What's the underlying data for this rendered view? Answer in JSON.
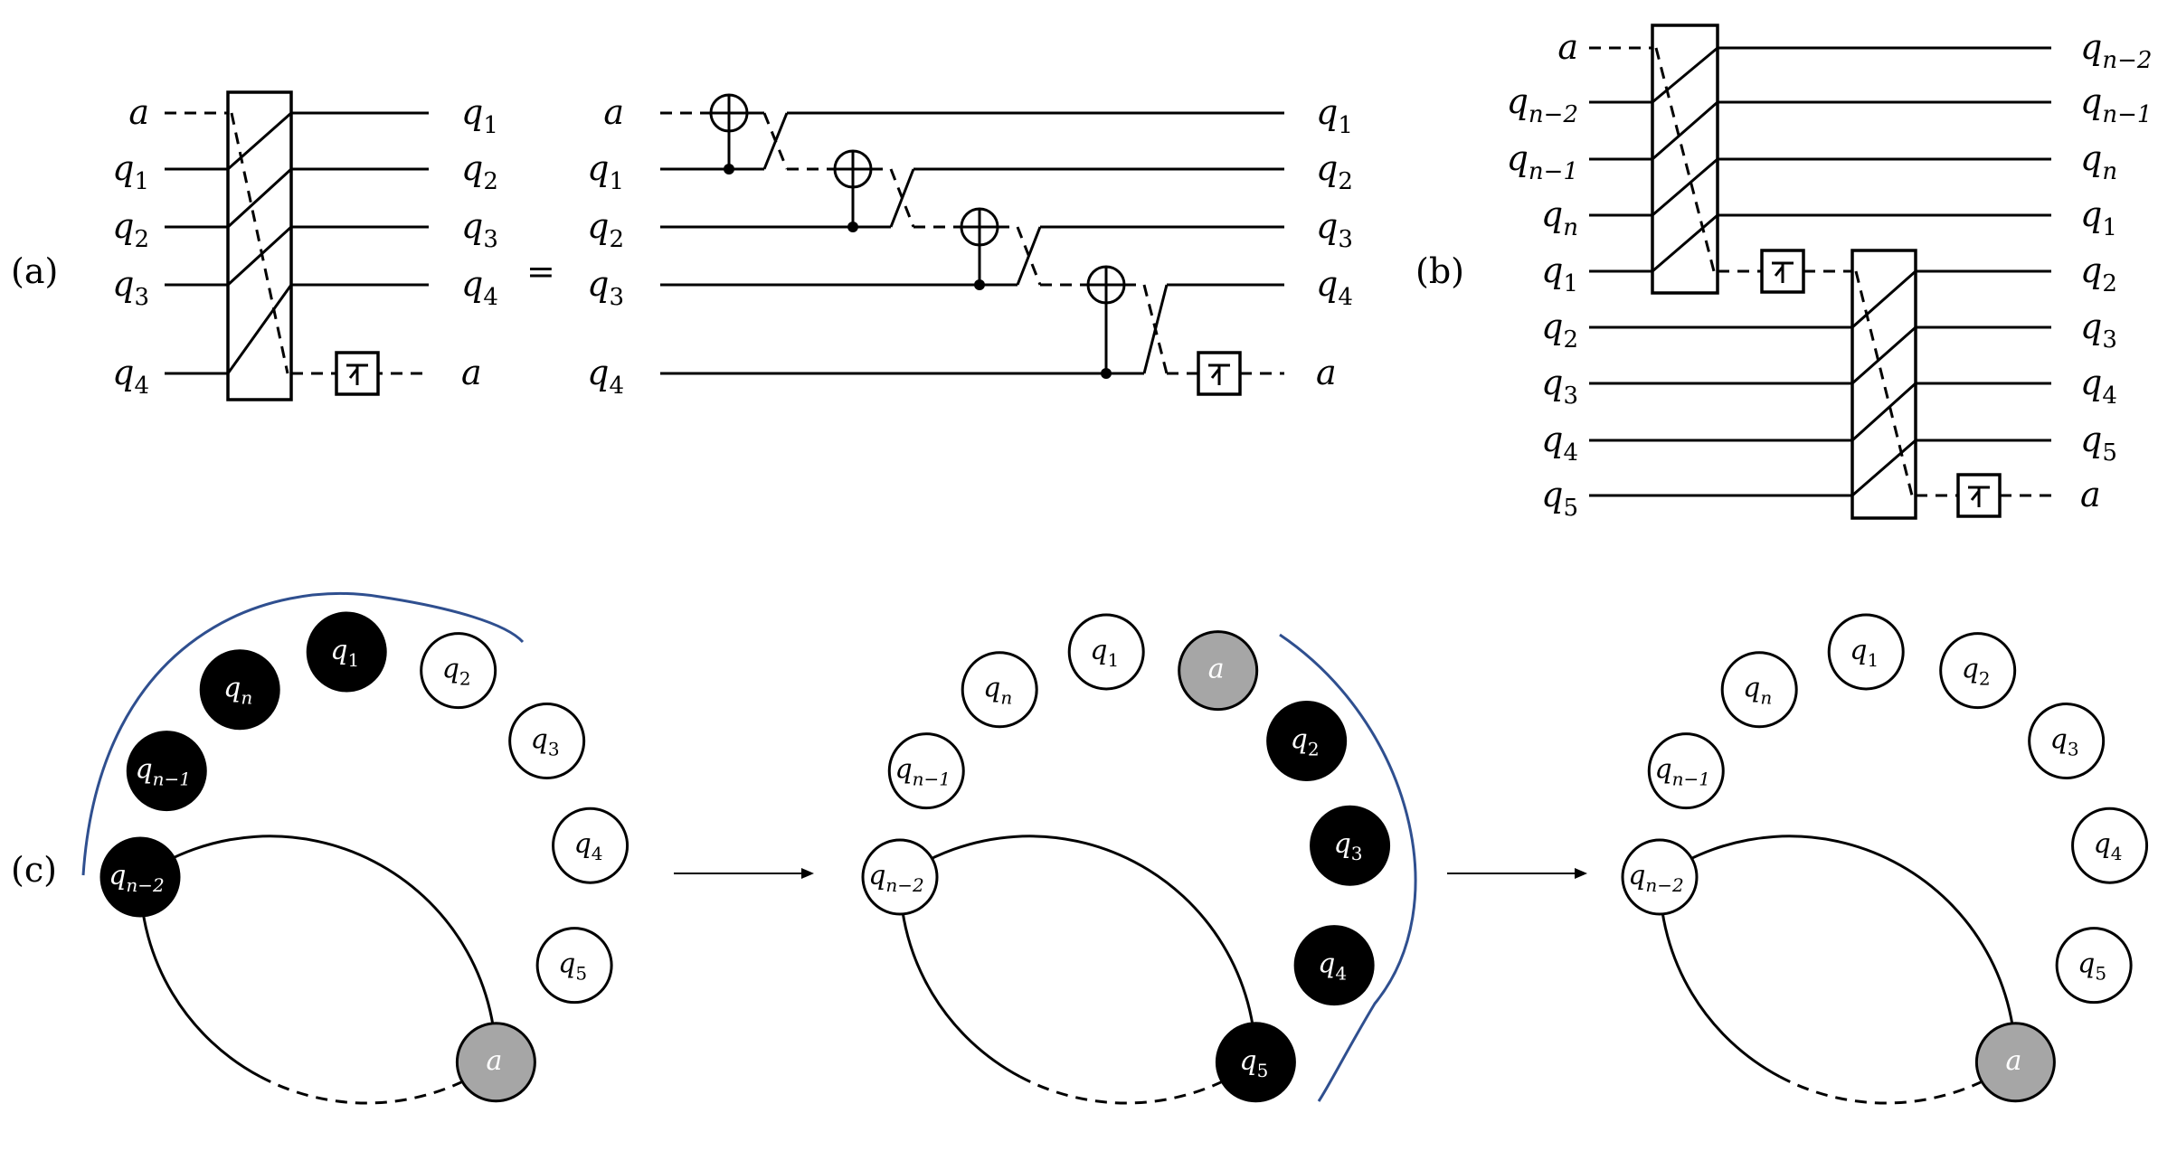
{
  "panels": {
    "a": "(a)",
    "b": "(b)",
    "c": "(c)"
  },
  "equals": "=",
  "panel_a_left": {
    "inputs": [
      "a",
      "q_1",
      "q_2",
      "q_3",
      "q_4"
    ],
    "outputs": [
      "q_1",
      "q_2",
      "q_3",
      "q_4",
      "a"
    ]
  },
  "panel_a_right": {
    "inputs": [
      "a",
      "q_1",
      "q_2",
      "q_3",
      "q_4"
    ],
    "outputs": [
      "q_1",
      "q_2",
      "q_3",
      "q_4",
      "a"
    ]
  },
  "panel_b": {
    "inputs": [
      "a",
      "q_{n-2}",
      "q_{n-1}",
      "q_n",
      "q_1",
      "q_2",
      "q_3",
      "q_4",
      "q_5"
    ],
    "outputs": [
      "q_{n-2}",
      "q_{n-1}",
      "q_n",
      "q_1",
      "q_2",
      "q_3",
      "q_4",
      "q_5",
      "a"
    ]
  },
  "panel_c": {
    "ring1": [
      {
        "label": "q_{n-2}",
        "state": "black"
      },
      {
        "label": "q_{n-1}",
        "state": "black"
      },
      {
        "label": "q_n",
        "state": "black"
      },
      {
        "label": "q_1",
        "state": "black"
      },
      {
        "label": "q_2",
        "state": "white"
      },
      {
        "label": "q_3",
        "state": "white"
      },
      {
        "label": "q_4",
        "state": "white"
      },
      {
        "label": "q_5",
        "state": "white"
      },
      {
        "label": "a",
        "state": "gray"
      }
    ],
    "ring2": [
      {
        "label": "q_{n-2}",
        "state": "white"
      },
      {
        "label": "q_{n-1}",
        "state": "white"
      },
      {
        "label": "q_n",
        "state": "white"
      },
      {
        "label": "q_1",
        "state": "white"
      },
      {
        "label": "a",
        "state": "gray"
      },
      {
        "label": "q_2",
        "state": "black"
      },
      {
        "label": "q_3",
        "state": "black"
      },
      {
        "label": "q_4",
        "state": "black"
      },
      {
        "label": "q_5",
        "state": "black"
      }
    ],
    "ring3": [
      {
        "label": "q_{n-2}",
        "state": "white"
      },
      {
        "label": "q_{n-1}",
        "state": "white"
      },
      {
        "label": "q_n",
        "state": "white"
      },
      {
        "label": "q_1",
        "state": "white"
      },
      {
        "label": "q_2",
        "state": "white"
      },
      {
        "label": "q_3",
        "state": "white"
      },
      {
        "label": "q_4",
        "state": "white"
      },
      {
        "label": "q_5",
        "state": "white"
      },
      {
        "label": "a",
        "state": "gray"
      }
    ]
  },
  "colors": {
    "line": "#000000",
    "arc": "#2f4f8f",
    "gray_node": "#a6a6a6"
  }
}
